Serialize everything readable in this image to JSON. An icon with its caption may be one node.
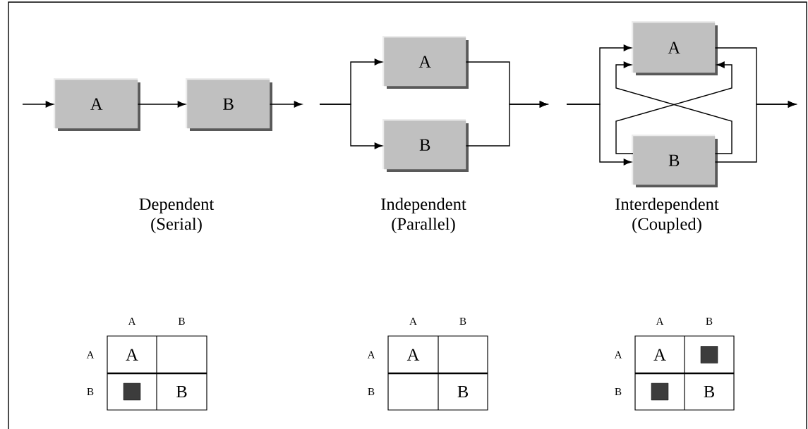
{
  "diagram": {
    "nodes": [
      {
        "text": [
          "A"
        ]
      },
      {
        "text": [
          "B"
        ]
      },
      {
        "text": [
          "A"
        ]
      },
      {
        "text": [
          "B"
        ]
      },
      {
        "text": [
          "A"
        ]
      },
      {
        "text": [
          "B"
        ]
      }
    ],
    "edges": [
      {
        "from": null,
        "to": 0,
        "arrow": "to"
      },
      {
        "from": 0,
        "to": 1,
        "arrow": "to"
      },
      {
        "from": 1,
        "to": null,
        "arrow": "to"
      },
      {
        "from": null,
        "to": 2,
        "arrow": "to"
      },
      {
        "from": null,
        "to": 3,
        "arrow": "to"
      },
      {
        "from": 2,
        "to": null,
        "arrow": "to"
      },
      {
        "from": 3,
        "to": null,
        "arrow": "to"
      },
      {
        "from": null,
        "to": 4,
        "arrow": "to"
      },
      {
        "from": null,
        "to": 5,
        "arrow": "to"
      },
      {
        "from": 4,
        "to": null,
        "arrow": "to"
      },
      {
        "from": 5,
        "to": null,
        "arrow": "to"
      },
      {
        "from": 5,
        "to": 4,
        "arrow": "to"
      },
      {
        "from": 5,
        "to": 4,
        "arrow": "to"
      }
    ],
    "labels": [
      "Dependent (Serial)",
      "Independent (Parallel)",
      "Interdependent (Coupled)",
      "A",
      "B",
      "A",
      "A",
      "B",
      "B",
      "A",
      "B",
      "A",
      "A",
      "B",
      "B",
      "A",
      "B",
      "A",
      "A",
      "B",
      "B"
    ]
  }
}
